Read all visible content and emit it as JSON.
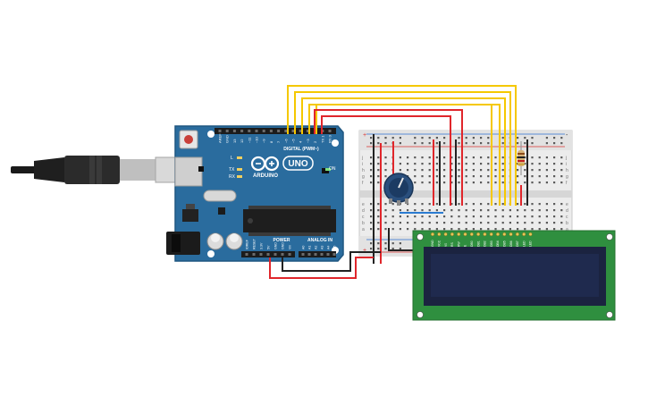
{
  "arduino": {
    "logo_text": "ARDUINO",
    "model_text": "UNO",
    "digital_header_label": "DIGITAL (PWM~)",
    "power_label": "POWER",
    "analog_label": "ANALOG IN",
    "on_label": "ON",
    "led_l_label": "L",
    "tx_label": "TX",
    "rx_label": "RX",
    "digital_pins": [
      "AREF",
      "GND",
      "13",
      "12",
      "~11",
      "~10",
      "~9",
      "8",
      "7",
      "~6",
      "~5",
      "4",
      "~3",
      "2",
      "TX 1",
      "RX 0"
    ],
    "power_pins": [
      "IOREF",
      "RESET",
      "3.3V",
      "5V",
      "GND",
      "GND",
      "Vin"
    ],
    "analog_pins": [
      "A0",
      "A1",
      "A2",
      "A3",
      "A4",
      "A5"
    ]
  },
  "breadboard": {
    "row_letters": [
      "j",
      "i",
      "h",
      "g",
      "f",
      "e",
      "d",
      "c",
      "b",
      "a"
    ],
    "plus_label": "+",
    "minus_label": "-"
  },
  "lcd": {
    "pin_labels": [
      "GND",
      "VCC",
      "V0",
      "RS",
      "RW",
      "E",
      "DB0",
      "DB1",
      "DB2",
      "DB3",
      "DB4",
      "DB5",
      "DB6",
      "DB7",
      "LED",
      "LED"
    ]
  },
  "colors": {
    "board": "#2a6c9e",
    "lcd_pcb": "#2f8f3f",
    "lcd_screen": "#1f2a4e",
    "wire_yellow": "#f5c800",
    "wire_red": "#e0262b",
    "wire_black": "#222222",
    "wire_blue": "#2a7bd1"
  }
}
